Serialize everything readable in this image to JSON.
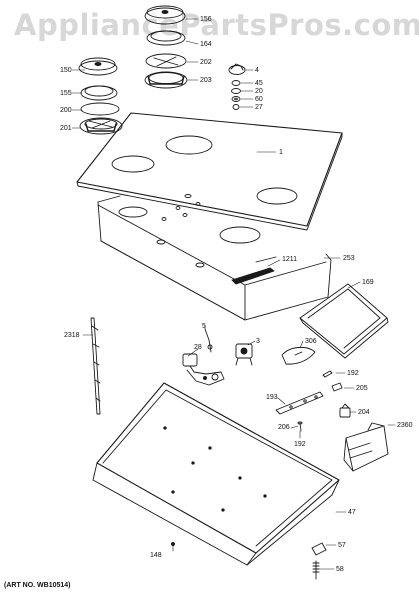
{
  "watermark": "AppliancePartsPros.com",
  "art_no": "(ART NO. WB10514)",
  "callouts": {
    "c150": "150",
    "c155": "155",
    "c200": "200",
    "c201": "201",
    "c156": "156",
    "c164": "164",
    "c202": "202",
    "c203": "203",
    "c4": "4",
    "c45": "45",
    "c20": "20",
    "c60": "60",
    "c27": "27",
    "c1": "1",
    "c1211": "1211",
    "c253": "253",
    "c169": "169",
    "c2318": "2318",
    "c5": "5",
    "c28": "28",
    "c3": "3",
    "c306": "306",
    "c192a": "192",
    "c205": "205",
    "c193": "193",
    "c206": "206",
    "c204": "204",
    "c192b": "192",
    "c2360": "2360",
    "c47": "47",
    "c148": "148",
    "c57": "57",
    "c58": "58"
  },
  "colors": {
    "ink": "#1a1a1a",
    "background": "#ffffff",
    "watermark": "#969696"
  }
}
